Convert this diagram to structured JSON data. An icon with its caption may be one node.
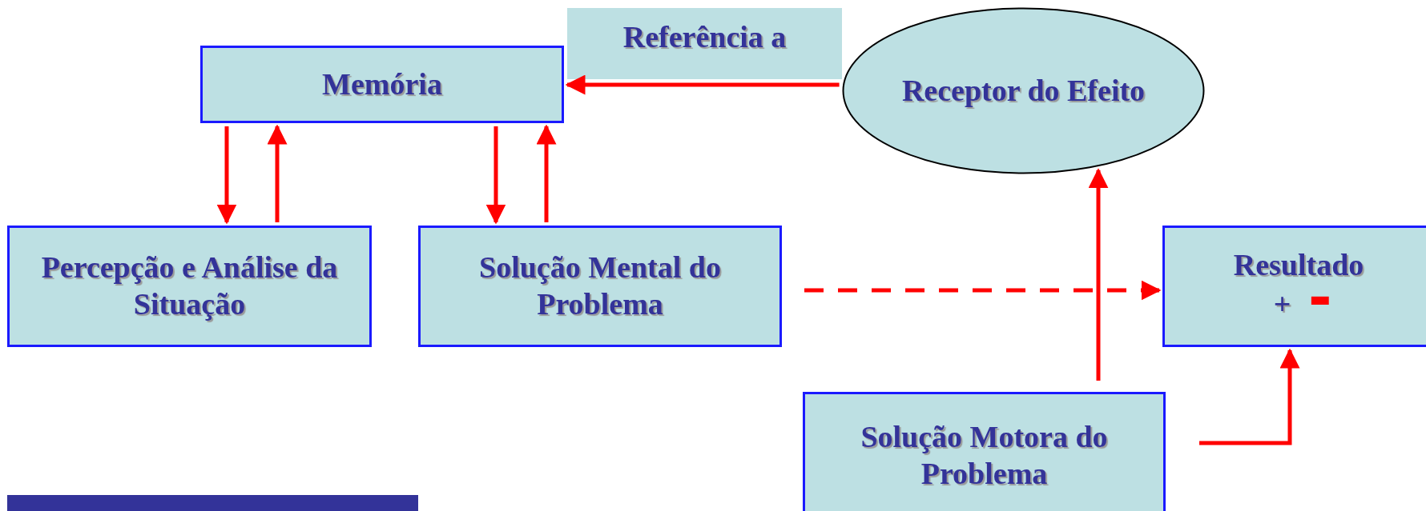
{
  "diagram": {
    "nodes": [
      {
        "text": [
          "Referência a"
        ]
      },
      {
        "text": [
          "Memória"
        ]
      },
      {
        "text": [
          "Receptor do Efeito"
        ]
      },
      {
        "text": [
          "Percepção e Análise da Situação"
        ]
      },
      {
        "text": [
          "Solução Mental do Problema"
        ]
      },
      {
        "text": [
          "Resultado",
          "+",
          "-"
        ]
      },
      {
        "text": [
          "Solução Motora do Problema"
        ]
      }
    ],
    "edges": [
      {
        "from": 2,
        "to": 1,
        "arrow": "to"
      },
      {
        "from": 1,
        "to": 3,
        "arrow": "to"
      },
      {
        "from": 3,
        "to": 1,
        "arrow": "to"
      },
      {
        "from": 1,
        "to": 4,
        "arrow": "to"
      },
      {
        "from": 4,
        "to": 1,
        "arrow": "to"
      },
      {
        "from": 4,
        "to": 5,
        "arrow": "to",
        "style": "dashed"
      },
      {
        "from": 6,
        "to": 2,
        "arrow": "to"
      },
      {
        "from": 6,
        "to": 5,
        "arrow": "to"
      }
    ]
  }
}
